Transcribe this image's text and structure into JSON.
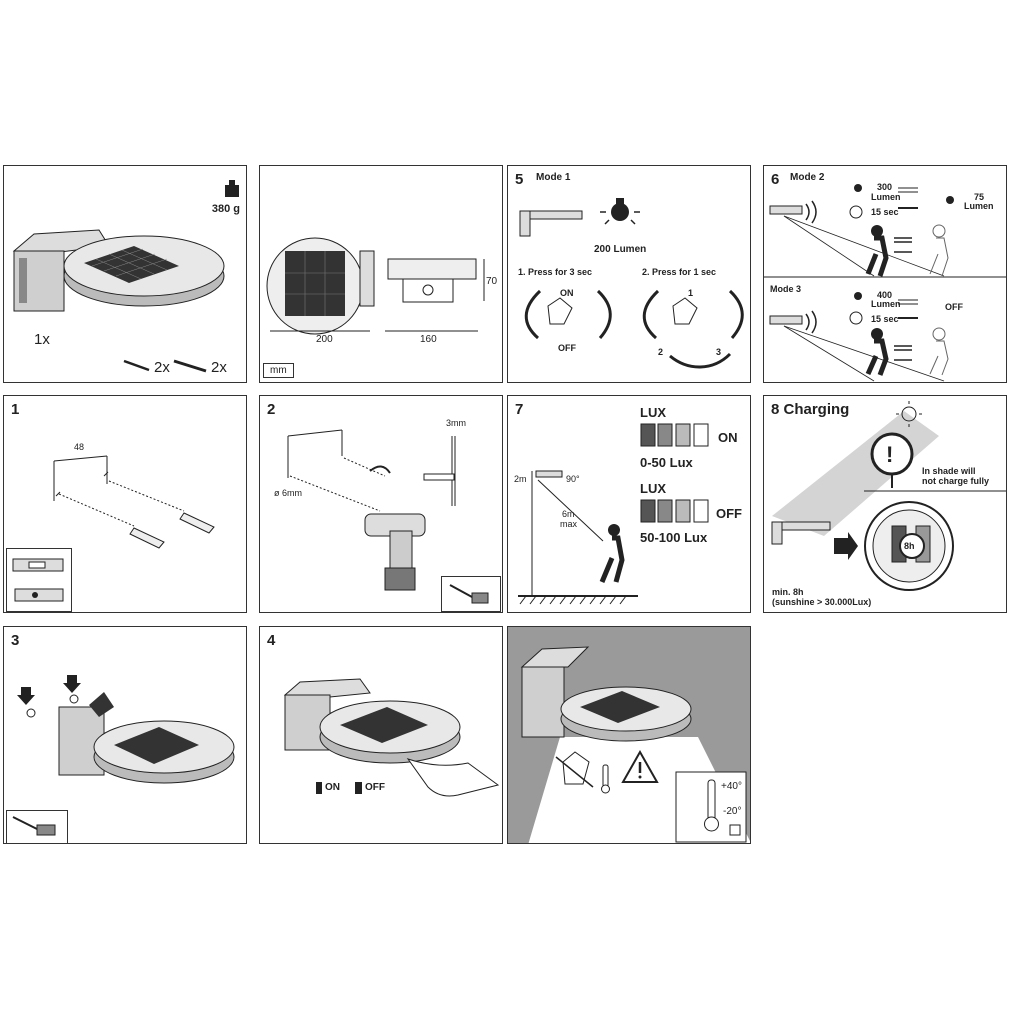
{
  "p1": {
    "weight": "380 g",
    "qty_lamp": "1x",
    "qty_screws": "2x",
    "qty_dowels": "2x"
  },
  "p2": {
    "dim_width": "200",
    "dim_depth": "160",
    "dim_height": "70",
    "unit": "mm"
  },
  "p5": {
    "num": "5",
    "mode": "Mode 1",
    "lumen": "200 Lumen",
    "step1": "1. Press for 3 sec",
    "step2": "2. Press for 1 sec",
    "on": "ON",
    "off": "OFF",
    "s1": "1",
    "s2": "2",
    "s3": "3"
  },
  "p6": {
    "num": "6",
    "mode2": "Mode 2",
    "m2_lumen": "300",
    "m2_lumen_word": "Lumen",
    "m2_time": "15 sec",
    "m2_after": "75",
    "m2_after_word": "Lumen",
    "mode3": "Mode 3",
    "m3_lumen": "400",
    "m3_lumen_word": "Lumen",
    "m3_time": "15 sec",
    "m3_after": "OFF"
  },
  "s1": {
    "num": "1",
    "spacing": "48"
  },
  "s2": {
    "num": "2",
    "drill": "ø 6mm",
    "wall": "3mm"
  },
  "p7": {
    "num": "7",
    "lux": "LUX",
    "on": "ON",
    "on_range": "0-50 Lux",
    "lux2": "LUX",
    "off": "OFF",
    "off_range": "50-100 Lux",
    "height": "2m",
    "angle": "90°",
    "distance": "6m",
    "distance2": "max"
  },
  "p8": {
    "title": "8 Charging",
    "warn1": "In shade will",
    "warn2": "not charge fully",
    "time": "8h",
    "min1": "min. 8h",
    "min2": "(sunshine > 30.000Lux)"
  },
  "s3": {
    "num": "3"
  },
  "s4": {
    "num": "4",
    "on": "ON",
    "off": "OFF"
  },
  "p9": {
    "tmax": "+40°",
    "tmin": "-20°"
  }
}
